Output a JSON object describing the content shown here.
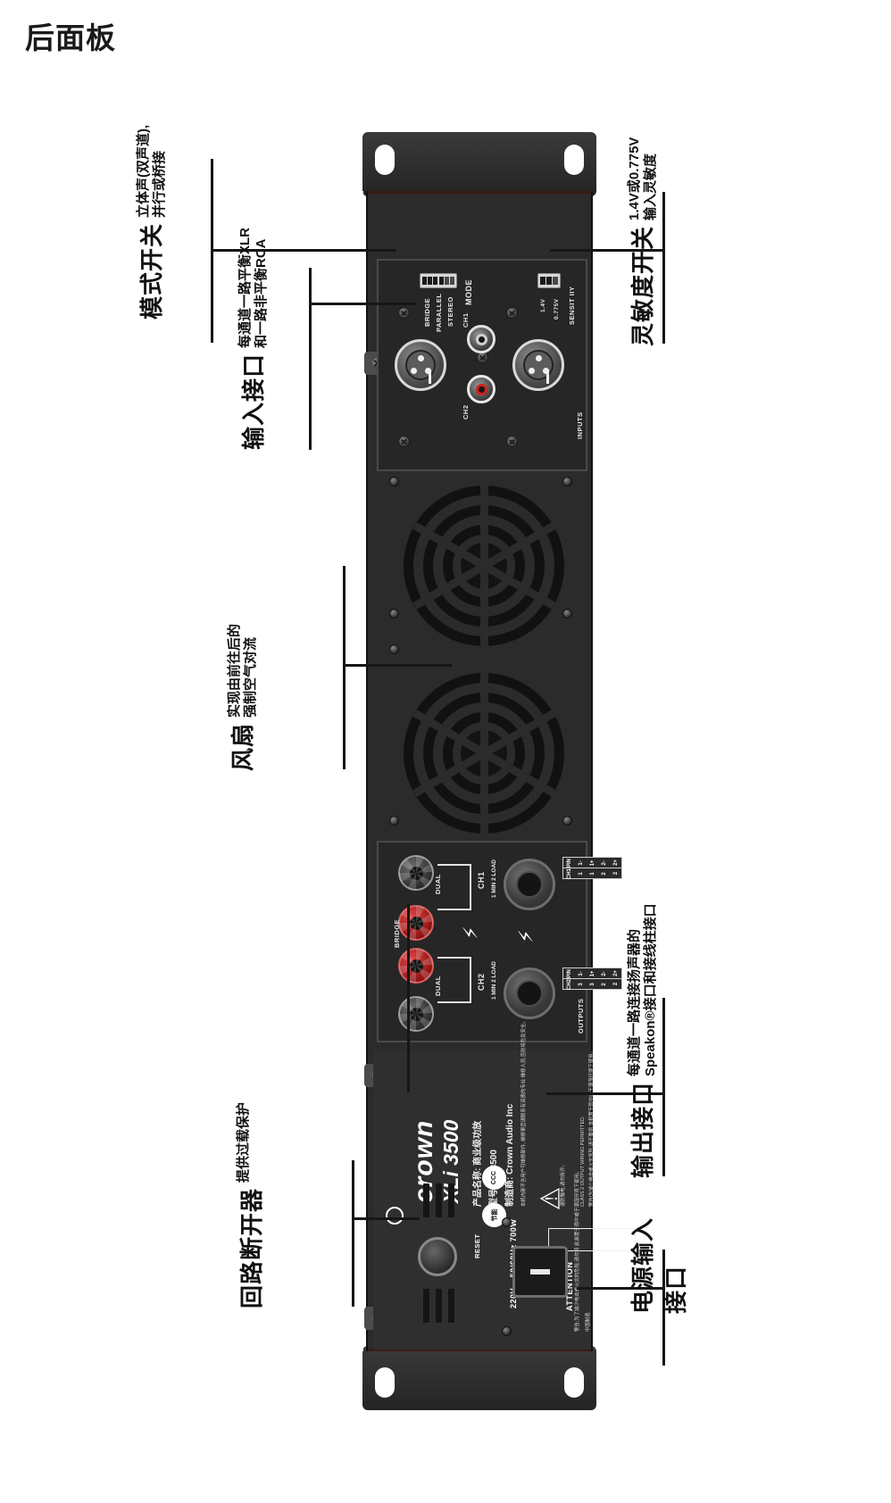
{
  "page": {
    "title": "后面板"
  },
  "callouts": {
    "mode_switch": {
      "title": "模式开关",
      "subtitle_line1": "立体声(双声道),",
      "subtitle_line2": "并行或桥接"
    },
    "input_jacks": {
      "title": "输入接口",
      "subtitle_line1": "每通道一路平衡XLR",
      "subtitle_line2": "和一路非平衡RCA"
    },
    "sensitivity_switch": {
      "title": "灵敏度开关",
      "subtitle_line1": "1.4V或0.775V",
      "subtitle_line2": "输入灵敏度"
    },
    "fan": {
      "title": "风扇",
      "subtitle_line1": "实现由前往后的",
      "subtitle_line2": "强制空气对流"
    },
    "output_jacks": {
      "title": "输出接口",
      "subtitle_line1": "每通道一路连接扬声器的",
      "subtitle_line2": "Speakon®接口和接线柱接口"
    },
    "circuit_breaker": {
      "title": "回路断开器",
      "subtitle_line1": "提供过载保护"
    },
    "power_inlet": {
      "title": "电源输入",
      "subtitle_line1": "接口"
    }
  },
  "panel": {
    "mode": {
      "group_label": "MODE",
      "positions": [
        "BRIDGE",
        "PARALLEL",
        "STEREO"
      ]
    },
    "sensitivity": {
      "group_label": "SENSIT IIY",
      "positions": [
        "1.4V",
        "0.775V"
      ]
    },
    "inputs": {
      "section_label": "INPUTS",
      "ch1_label": "CH1",
      "ch2_label": "CH2"
    },
    "outputs": {
      "section_label": "OUTPUTS",
      "bridge_label": "BRIDGE",
      "dual_label": "DUAL",
      "ch1_label": "CH1",
      "ch2_label": "CH2",
      "impedance_note": "1 MIN 2 LOAD",
      "pin_header": "PIN",
      "ch1_pins": [
        "1-",
        "1+",
        "2-",
        "2+"
      ],
      "ch2_pins": [
        "1-",
        "1+",
        "2-",
        "2+"
      ],
      "ch1_row_label": "CH1",
      "ch2_row_label": "CH2",
      "ch1_row_vals": [
        "1",
        "1",
        "2",
        "2"
      ],
      "ch2_row_vals": [
        "3",
        "3",
        "2",
        "2"
      ],
      "plus": "+",
      "minus": "−"
    },
    "brand": {
      "maker": "crown",
      "model": "XLi 3500"
    },
    "nameplate": {
      "product_name": "产品名称:  商业级功放",
      "model_no": "型号: XLi3500",
      "manufacturer": "制造商:  Crown Audio Inc",
      "caution_cn": "谨防触电,请勿拆开。",
      "warning_block": "警告!为减小电击或火灾风险,请不要将\n本机置于雨中或于潮湿环境下使用。",
      "notice_block": "警告:为了减少电击或火灾的危险,请勿将\n此装置于雨中或于潮湿环境下使用。",
      "attention_title": "ATTENTION",
      "attention_sub": "RISQUE DE CHOC ELECTRIQUE\nNE PAS OUVRIR",
      "class2_line": "CLASS 2 OUTPUT WIRING PERMITTED.",
      "caution_label": "警告:",
      "panel_note_cn": "本机内部不含用户可维修部件,\n维修事宜请联系有资质的专业\n维修人员,否则将危及安全。",
      "china_line": "中国制造"
    },
    "power": {
      "reset_label": "RESET",
      "rating": "220V ~ 50/60Hz 700W",
      "cert_ccc": "CCC",
      "cert_mark2": "节能"
    }
  }
}
